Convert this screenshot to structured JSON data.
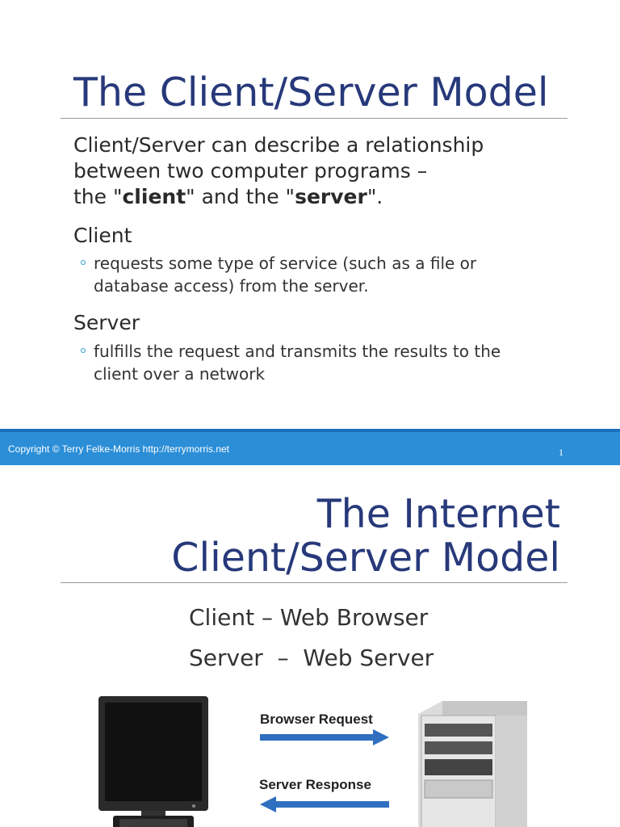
{
  "slide1": {
    "title": "The Client/Server Model",
    "intro": {
      "line1": "Client/Server can describe a relationship",
      "line2": "between two computer programs –",
      "line3_prefix": "the \"",
      "client_word": "client",
      "line3_mid": "\" and the \"",
      "server_word": "server",
      "line3_suffix": "\"."
    },
    "client_heading": "Client",
    "client_bullet": "requests some type of service (such as a file or database access) from the server.",
    "server_heading": "Server",
    "server_bullet": "fulfills the request and transmits the results to the client over a network",
    "footer": {
      "copyright": "Copyright © Terry Felke-Morris http://terrymorris.net",
      "page_number": "1"
    }
  },
  "slide2": {
    "title_line1": "The Internet",
    "title_line2": "Client/Server Model",
    "line1": "Client – Web Browser",
    "line2": "Server  –  Web Server",
    "request_label": "Browser Request",
    "response_label": "Server Response"
  },
  "colors": {
    "title": "#27397a",
    "footer_bar": "#2b8ed7",
    "bullet": "#2aa0d8",
    "arrow": "#2f6fc0"
  }
}
